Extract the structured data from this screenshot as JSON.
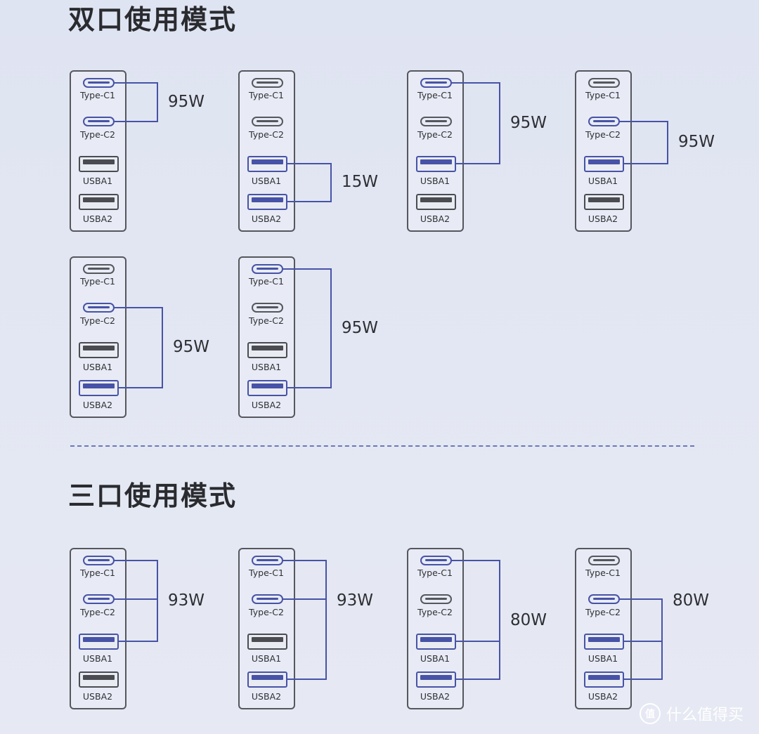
{
  "sections": {
    "dual_title": "双口使用模式",
    "triple_title": "三口使用模式"
  },
  "port_labels": {
    "type_c1": "Type-C1",
    "type_c2": "Type-C2",
    "usba1": "USBA1",
    "usba2": "USBA2"
  },
  "port_active_color": "#4753a6",
  "port_idle_color": "#55575d",
  "dual_modes": [
    {
      "active_ports": [
        "Type-C1",
        "Type-C2"
      ],
      "power": "95W"
    },
    {
      "active_ports": [
        "USBA1",
        "USBA2"
      ],
      "power": "15W"
    },
    {
      "active_ports": [
        "Type-C1",
        "USBA1"
      ],
      "power": "95W"
    },
    {
      "active_ports": [
        "Type-C2",
        "USBA1"
      ],
      "power": "95W"
    },
    {
      "active_ports": [
        "Type-C2",
        "USBA2"
      ],
      "power": "95W"
    },
    {
      "active_ports": [
        "Type-C1",
        "USBA2"
      ],
      "power": "95W"
    }
  ],
  "triple_modes": [
    {
      "active_ports": [
        "Type-C1",
        "Type-C2",
        "USBA1"
      ],
      "power": "93W"
    },
    {
      "active_ports": [
        "Type-C1",
        "Type-C2",
        "USBA2"
      ],
      "power": "93W"
    },
    {
      "active_ports": [
        "Type-C1",
        "USBA1",
        "USBA2"
      ],
      "power": "80W"
    },
    {
      "active_ports": [
        "Type-C2",
        "USBA1",
        "USBA2"
      ],
      "power": "80W"
    }
  ],
  "watermark": {
    "icon": "值",
    "text": "什么值得买"
  }
}
